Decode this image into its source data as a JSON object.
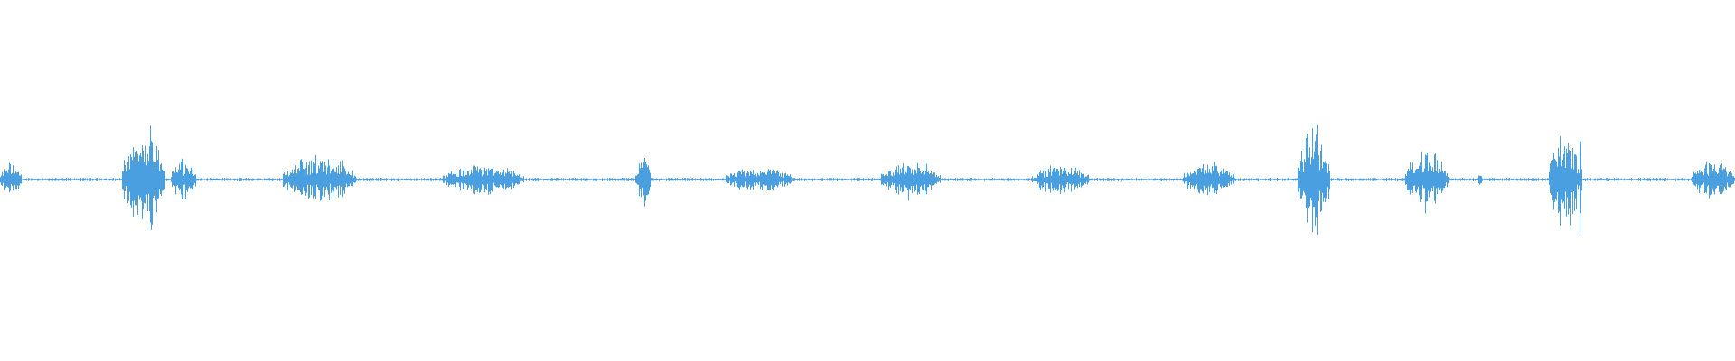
{
  "waveform": {
    "color": "#4a9fe0",
    "duration_fraction_segments": [
      {
        "start": 0.0,
        "end": 0.012,
        "peak": 0.11
      },
      {
        "start": 0.07,
        "end": 0.095,
        "peak": 0.28
      },
      {
        "start": 0.098,
        "end": 0.113,
        "peak": 0.14
      },
      {
        "start": 0.163,
        "end": 0.205,
        "peak": 0.16
      },
      {
        "start": 0.255,
        "end": 0.302,
        "peak": 0.1
      },
      {
        "start": 0.366,
        "end": 0.375,
        "peak": 0.16
      },
      {
        "start": 0.418,
        "end": 0.458,
        "peak": 0.08
      },
      {
        "start": 0.508,
        "end": 0.542,
        "peak": 0.12
      },
      {
        "start": 0.595,
        "end": 0.628,
        "peak": 0.1
      },
      {
        "start": 0.682,
        "end": 0.712,
        "peak": 0.11
      },
      {
        "start": 0.748,
        "end": 0.767,
        "peak": 0.33
      },
      {
        "start": 0.81,
        "end": 0.835,
        "peak": 0.19
      },
      {
        "start": 0.852,
        "end": 0.855,
        "peak": 0.05
      },
      {
        "start": 0.893,
        "end": 0.912,
        "peak": 0.3
      },
      {
        "start": 0.975,
        "end": 1.0,
        "peak": 0.12
      }
    ],
    "spikes": [
      {
        "at": 0.087,
        "peak": 0.33
      },
      {
        "at": 0.759,
        "peak": 0.36
      },
      {
        "at": 0.911,
        "peak": 0.34
      }
    ],
    "baseline_noise": 0.008
  }
}
